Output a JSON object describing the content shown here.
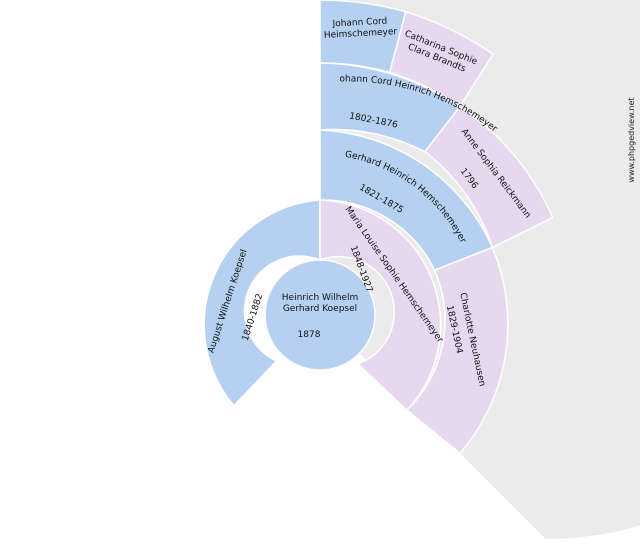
{
  "site": "www.phpgedview.net",
  "colors": {
    "male": "#b6d0f1",
    "female": "#e7d8ef",
    "empty": "#ebebeb",
    "stroke": "#ffffff"
  },
  "root": {
    "name_line1": "Heinrich Wilhelm",
    "name_line2": "Gerhard Koepsel",
    "years": "1878",
    "gender": "male"
  },
  "father": {
    "name": "August Wilhelm Koepsel",
    "years": "1840-1882",
    "gender": "male"
  },
  "mother": {
    "name": "Maria Louise Sophie Hemschemeyer",
    "years": "1848-1927",
    "gender": "female"
  },
  "mm_father": {
    "name": "Gerhard Heinrich Hemschemeyer",
    "years": "1821-1875",
    "gender": "male"
  },
  "mm_mother": {
    "name": "Charlotte Neuhausen",
    "years": "1829-1904",
    "gender": "female"
  },
  "ggf": {
    "name": "Johann Cord Heinrich Hemschemeyer",
    "years": "1802-1876",
    "gender": "male"
  },
  "ggm": {
    "name": "Anne Sophia Reickmann",
    "years": "1796",
    "gender": "female"
  },
  "gggf": {
    "name_line1": "Johann Cord",
    "name_line2": "Heimschemeyer",
    "gender": "male"
  },
  "gggm": {
    "name_line1": "Catharina Sophie",
    "name_line2": "Clara Brandts",
    "gender": "female"
  }
}
